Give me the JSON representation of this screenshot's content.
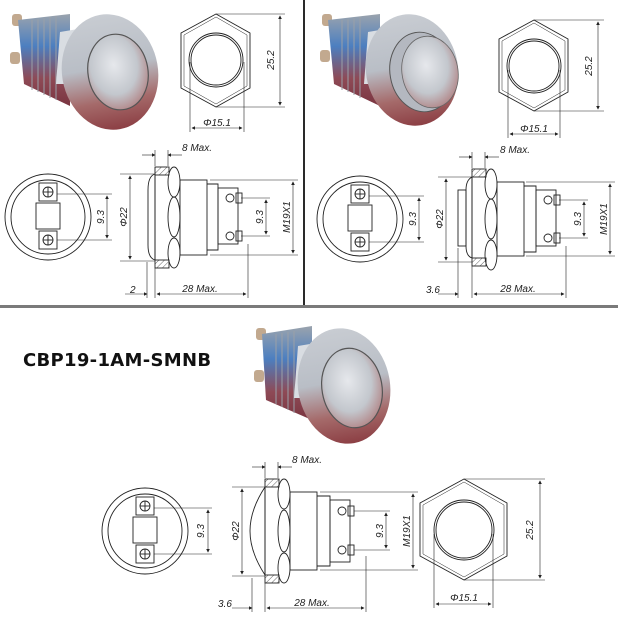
{
  "document": {
    "type": "push button switch dimension drawing sheet",
    "background": "#ffffff",
    "line_color": "#222222"
  },
  "panels": [
    {
      "id": "top-left",
      "variant": "flat head",
      "photo": "flat-head-metal-push-button",
      "dims": {
        "front_across_flats": "25.2",
        "front_button_dia": "Φ15.1",
        "bezel_thickness": "8 Max.",
        "flange_dia": "Φ22",
        "terminal_pitch_rear": "9.3",
        "terminal_pitch_side": "9.3",
        "thread": "M19X1",
        "head_height": "2",
        "body_length": "28 Max."
      }
    },
    {
      "id": "top-right",
      "variant": "raised head",
      "photo": "raised-head-metal-push-button",
      "dims": {
        "front_across_flats": "25.2",
        "front_button_dia": "Φ15.1",
        "bezel_thickness": "8 Max.",
        "flange_dia": "Φ22",
        "terminal_pitch_rear": "9.3",
        "terminal_pitch_side": "9.3",
        "thread": "M19X1",
        "head_height": "3.6",
        "body_length": "28 Max."
      }
    },
    {
      "id": "bottom",
      "variant": "domed head",
      "title": "CBP19-1AM-SMNB",
      "photo": "domed-head-metal-push-button",
      "dims": {
        "front_across_flats": "25.2",
        "front_button_dia": "Φ15.1",
        "bezel_thickness": "8 Max.",
        "flange_dia": "Φ22",
        "terminal_pitch_rear": "9.3",
        "terminal_pitch_side": "9.3",
        "thread": "M19X1",
        "head_height": "3.6",
        "body_length": "28 Max."
      }
    }
  ]
}
